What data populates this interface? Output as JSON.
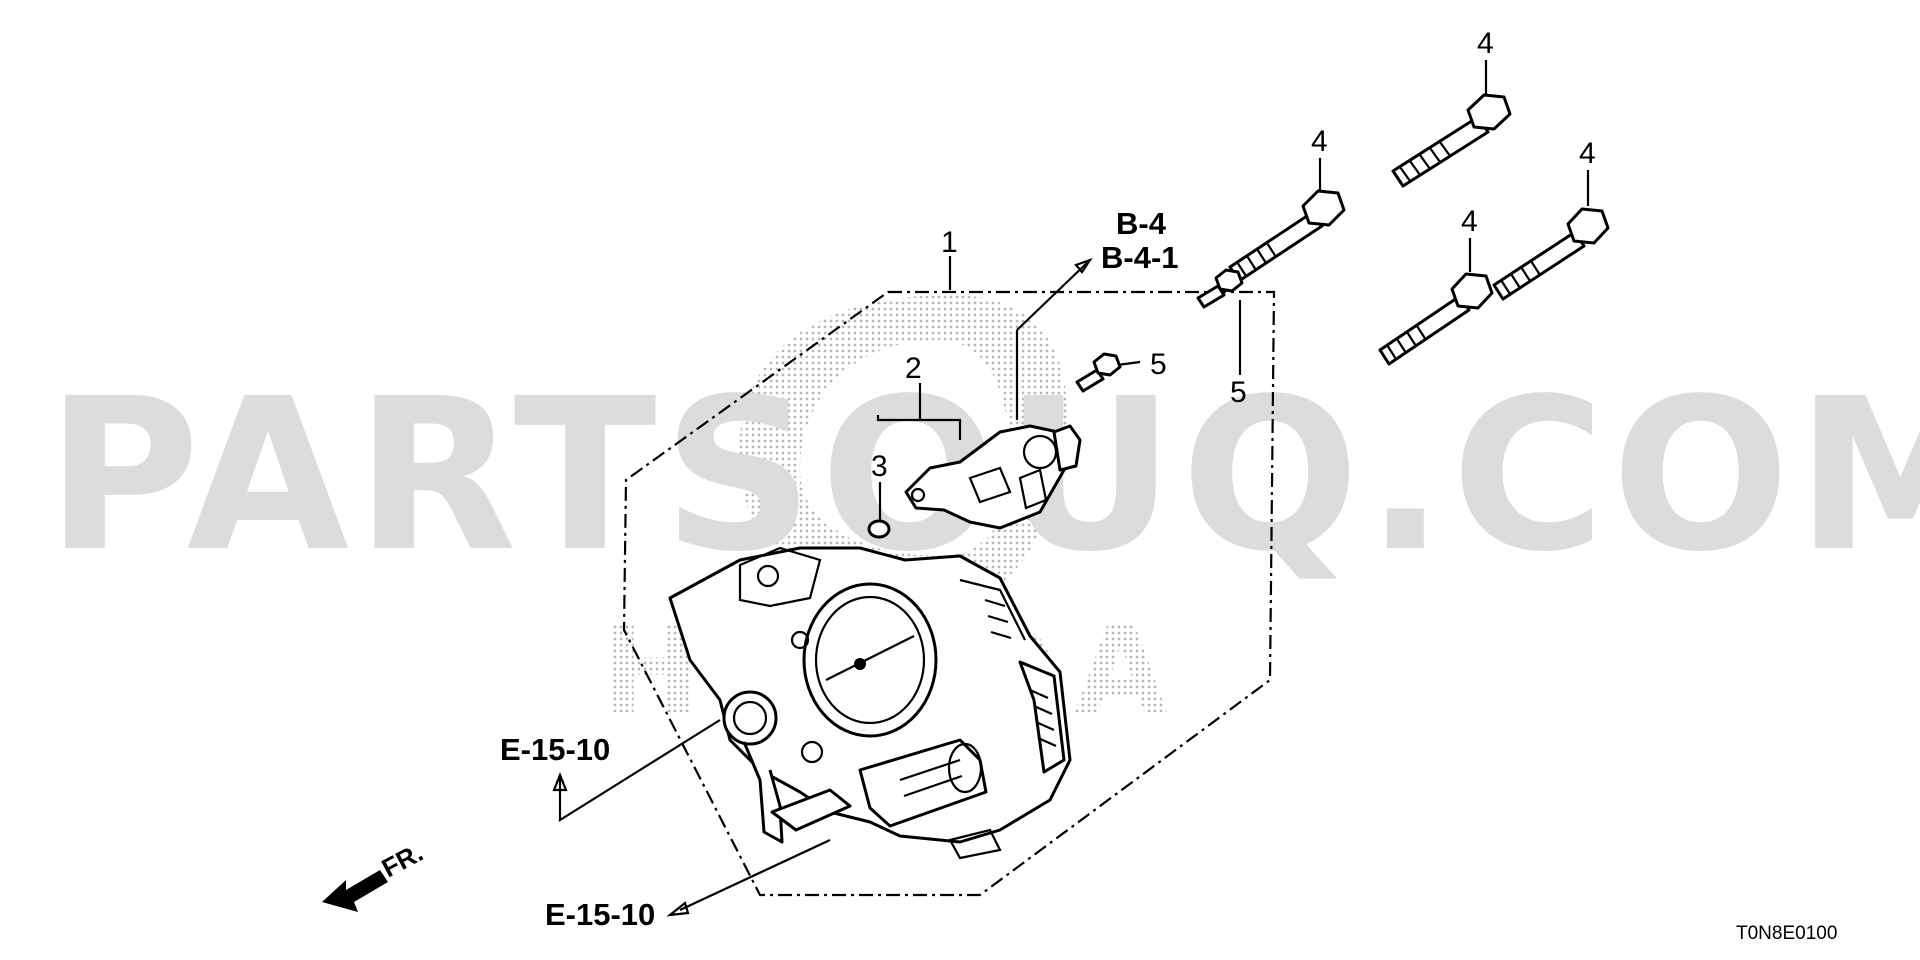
{
  "watermark": {
    "text": "PARTSOUQ.COM",
    "color": "#dcdcdc"
  },
  "callouts": {
    "part_1": "1",
    "part_2": "2",
    "part_3": "3",
    "part_4": "4",
    "part_5": "5"
  },
  "references": {
    "b4": "B-4",
    "b41": "B-4-1",
    "e1510_left": "E-15-10",
    "e1510_bottom": "E-15-10"
  },
  "front_marker": "FR.",
  "diagram_code": "T0N8E0100",
  "icons": [
    "front-direction-arrow-icon"
  ]
}
